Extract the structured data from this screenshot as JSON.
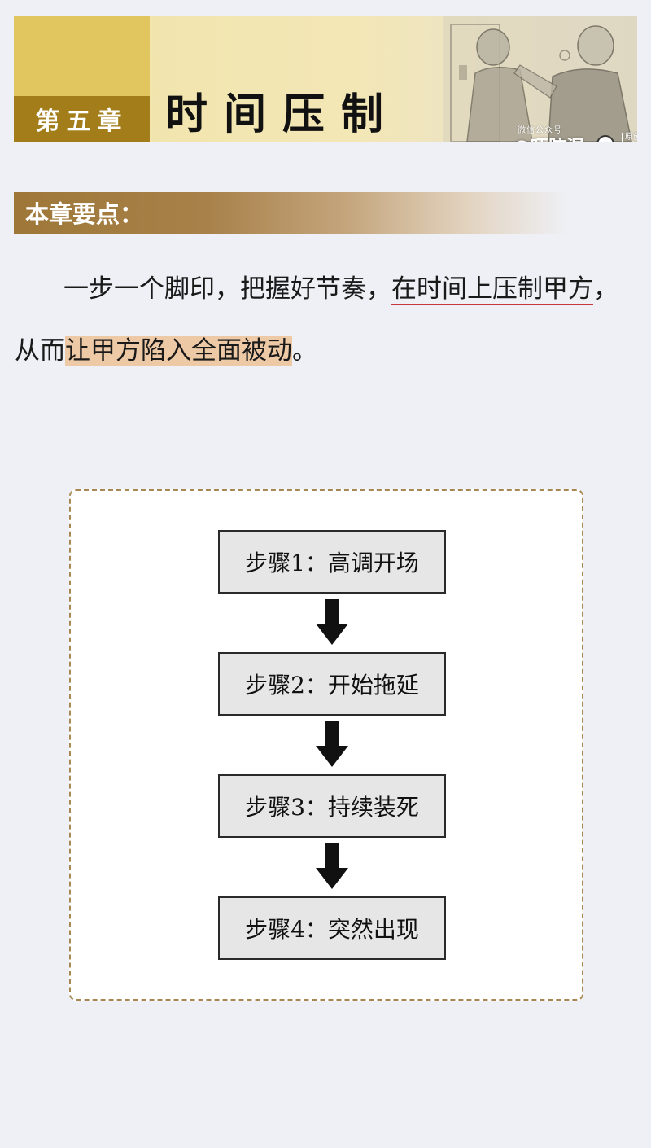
{
  "header": {
    "chapter_label": "第五章",
    "title": "时间压制",
    "watermark_small": "微信公众号",
    "watermark_big": "@吓脑湿",
    "watermark_tag": "原创出品"
  },
  "section": {
    "heading": "本章要点："
  },
  "paragraph": {
    "part1": "一步一个脚印，把握好节奏，",
    "underlined": "在时间上压制甲方",
    "part2": "，",
    "part3": "从而",
    "highlighted": "让甲方陷入全面被动",
    "part4": "。"
  },
  "flow": {
    "steps": [
      {
        "label": "步骤1：高调开场"
      },
      {
        "label": "步骤2：开始拖延"
      },
      {
        "label": "步骤3：持续装死"
      },
      {
        "label": "步骤4：突然出现"
      }
    ]
  },
  "colors": {
    "chapter_box": "#a27d1a",
    "underline": "#c8393f",
    "highlight": "#eec9a6",
    "card_border": "#a88852"
  }
}
